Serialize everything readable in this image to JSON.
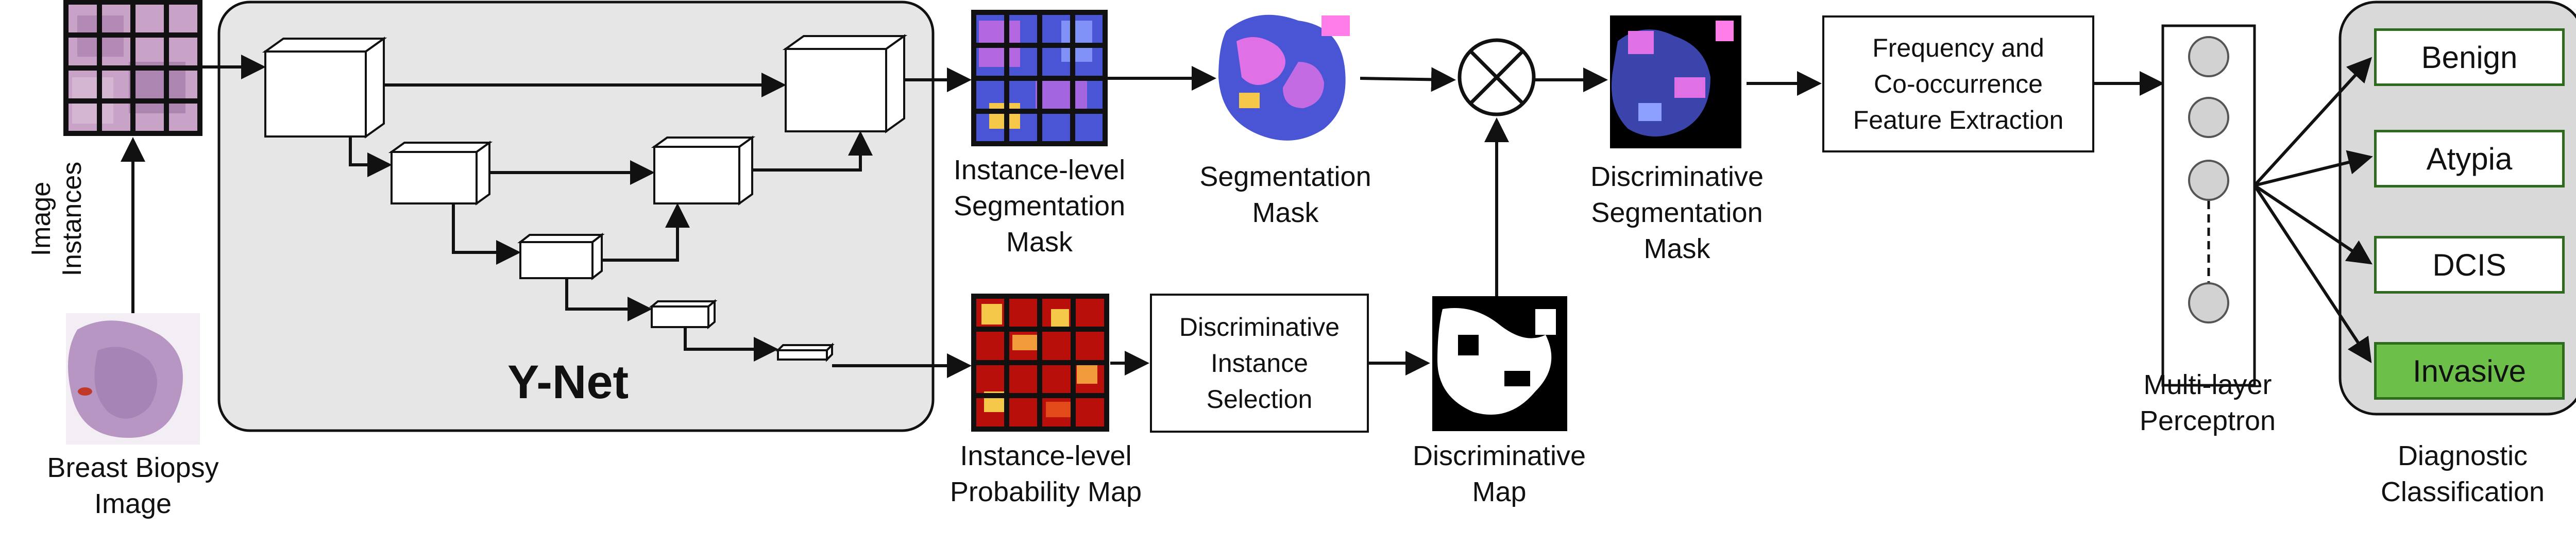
{
  "labels": {
    "image_instances": "Image Instances",
    "breast_biopsy_image": [
      "Breast Biopsy",
      "Image"
    ],
    "ynet": "Y-Net",
    "instance_seg_mask": [
      "Instance-level",
      "Segmentation",
      "Mask"
    ],
    "seg_mask": [
      "Segmentation",
      "Mask"
    ],
    "instance_prob_map": [
      "Instance-level",
      "Probability Map"
    ],
    "disc_instance_selection": [
      "Discriminative",
      "Instance",
      "Selection"
    ],
    "disc_map": [
      "Discriminative",
      "Map"
    ],
    "disc_seg_mask": [
      "Discriminative",
      "Segmentation",
      "Mask"
    ],
    "feature_extraction": [
      "Frequency and",
      "Co-occurrence",
      "Feature Extraction"
    ],
    "mlp": [
      "Multi-layer",
      "Perceptron"
    ],
    "diag_classification": [
      "Diagnostic",
      "Classification"
    ]
  },
  "classes": [
    "Benign",
    "Atypia",
    "DCIS",
    "Invasive"
  ],
  "predicted_class": "Invasive",
  "colors": {
    "panel_fill": "#e6e6e6",
    "class_border": "#2e6b1e",
    "class_highlight": "#6cc04a",
    "histo_pink": "#c9a2c8",
    "seg_blue": "#4a55d6",
    "seg_magenta": "#e070e6",
    "prob_red": "#b80f0a",
    "prob_yellow": "#f5c84a"
  }
}
